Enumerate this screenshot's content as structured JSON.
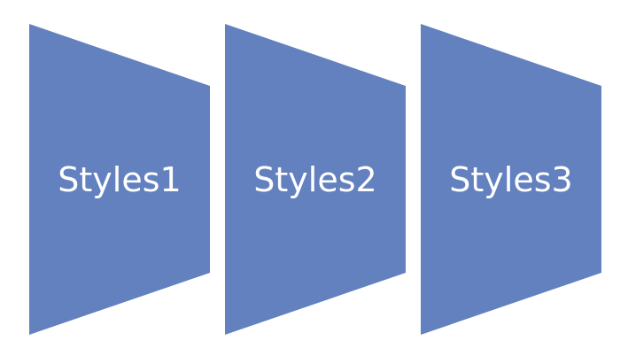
{
  "colors": {
    "shape_fill": "#6381bf",
    "label_text": "#ffffff",
    "background": "#ffffff"
  },
  "shapes": [
    {
      "label": "Styles1"
    },
    {
      "label": "Styles2"
    },
    {
      "label": "Styles3"
    }
  ]
}
